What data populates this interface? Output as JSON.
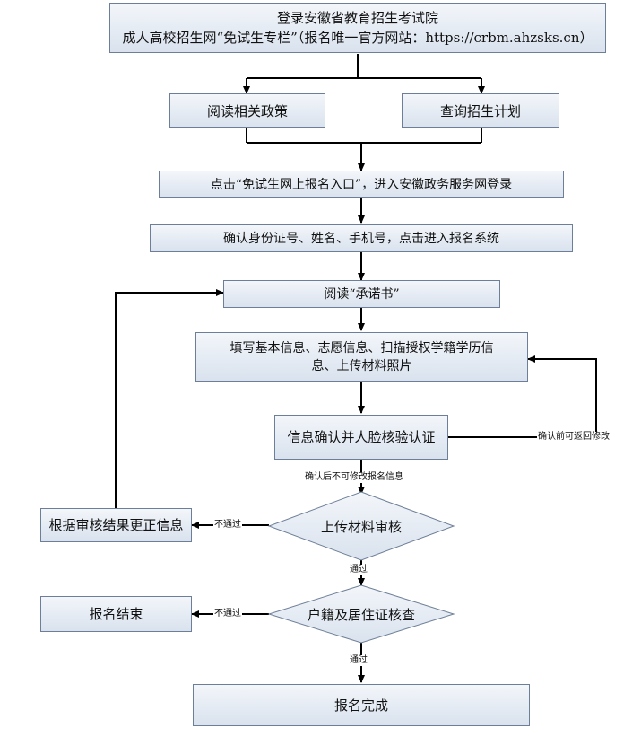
{
  "nodes": {
    "login": {
      "line1": "登录安徽省教育招生考试院",
      "line2": "成人高校招生网“免试生专栏”（报名唯一官方网站：https://crbm.ahzsks.cn）"
    },
    "read_policy": "阅读相关政策",
    "query_plan": "查询招生计划",
    "click_entry": "点击“免试生网上报名入口”，进入安徽政务服务网登录",
    "confirm_id": "确认身份证号、姓名、手机号，点击进入报名系统",
    "read_pledge": "阅读“承诺书”",
    "fill_info": {
      "line1": "填写基本信息、志愿信息、扫描授权学籍学历信",
      "line2": "息、上传材料照片"
    },
    "face_verify": "信息确认并人脸核验认证",
    "correct_info": "根据审核结果更正信息",
    "material_review": "上传材料审核",
    "registration_end": "报名结束",
    "household_check": "户籍及居住证核查",
    "registration_done": "报名完成"
  },
  "edge_labels": {
    "modify_before_confirm": "确认前可返回修改",
    "no_modify_after_confirm": "确认后不可修改报名信息",
    "fail_1": "不通过",
    "pass_1": "通过",
    "fail_2": "不通过",
    "pass_2": "通过"
  },
  "colors": {
    "box_border": "#6d7f98",
    "box_fill_top": "#f3f6fa",
    "box_fill_bottom": "#d9e2ee",
    "line": "#000000"
  }
}
